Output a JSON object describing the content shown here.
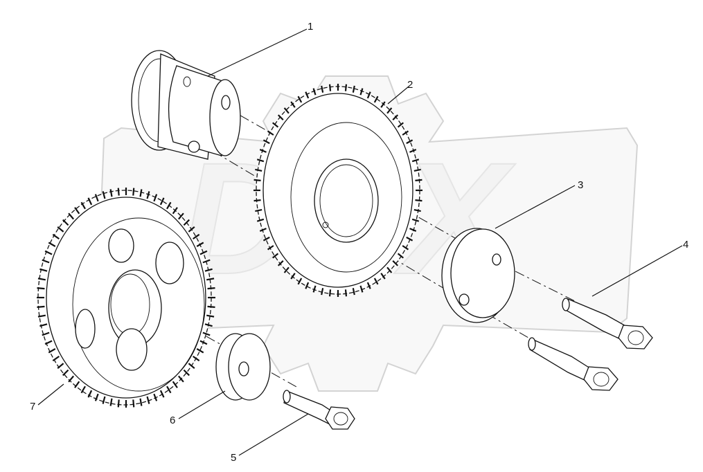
{
  "diagram": {
    "watermark": "DEX",
    "callouts": [
      {
        "id": "1",
        "label": "1"
      },
      {
        "id": "2",
        "label": "2"
      },
      {
        "id": "3",
        "label": "3"
      },
      {
        "id": "4",
        "label": "4"
      },
      {
        "id": "5",
        "label": "5"
      },
      {
        "id": "6",
        "label": "6"
      },
      {
        "id": "7",
        "label": "7"
      }
    ]
  },
  "colors": {
    "line": "#111111",
    "watermark": "#e9e9e9",
    "background": "#ffffff"
  }
}
